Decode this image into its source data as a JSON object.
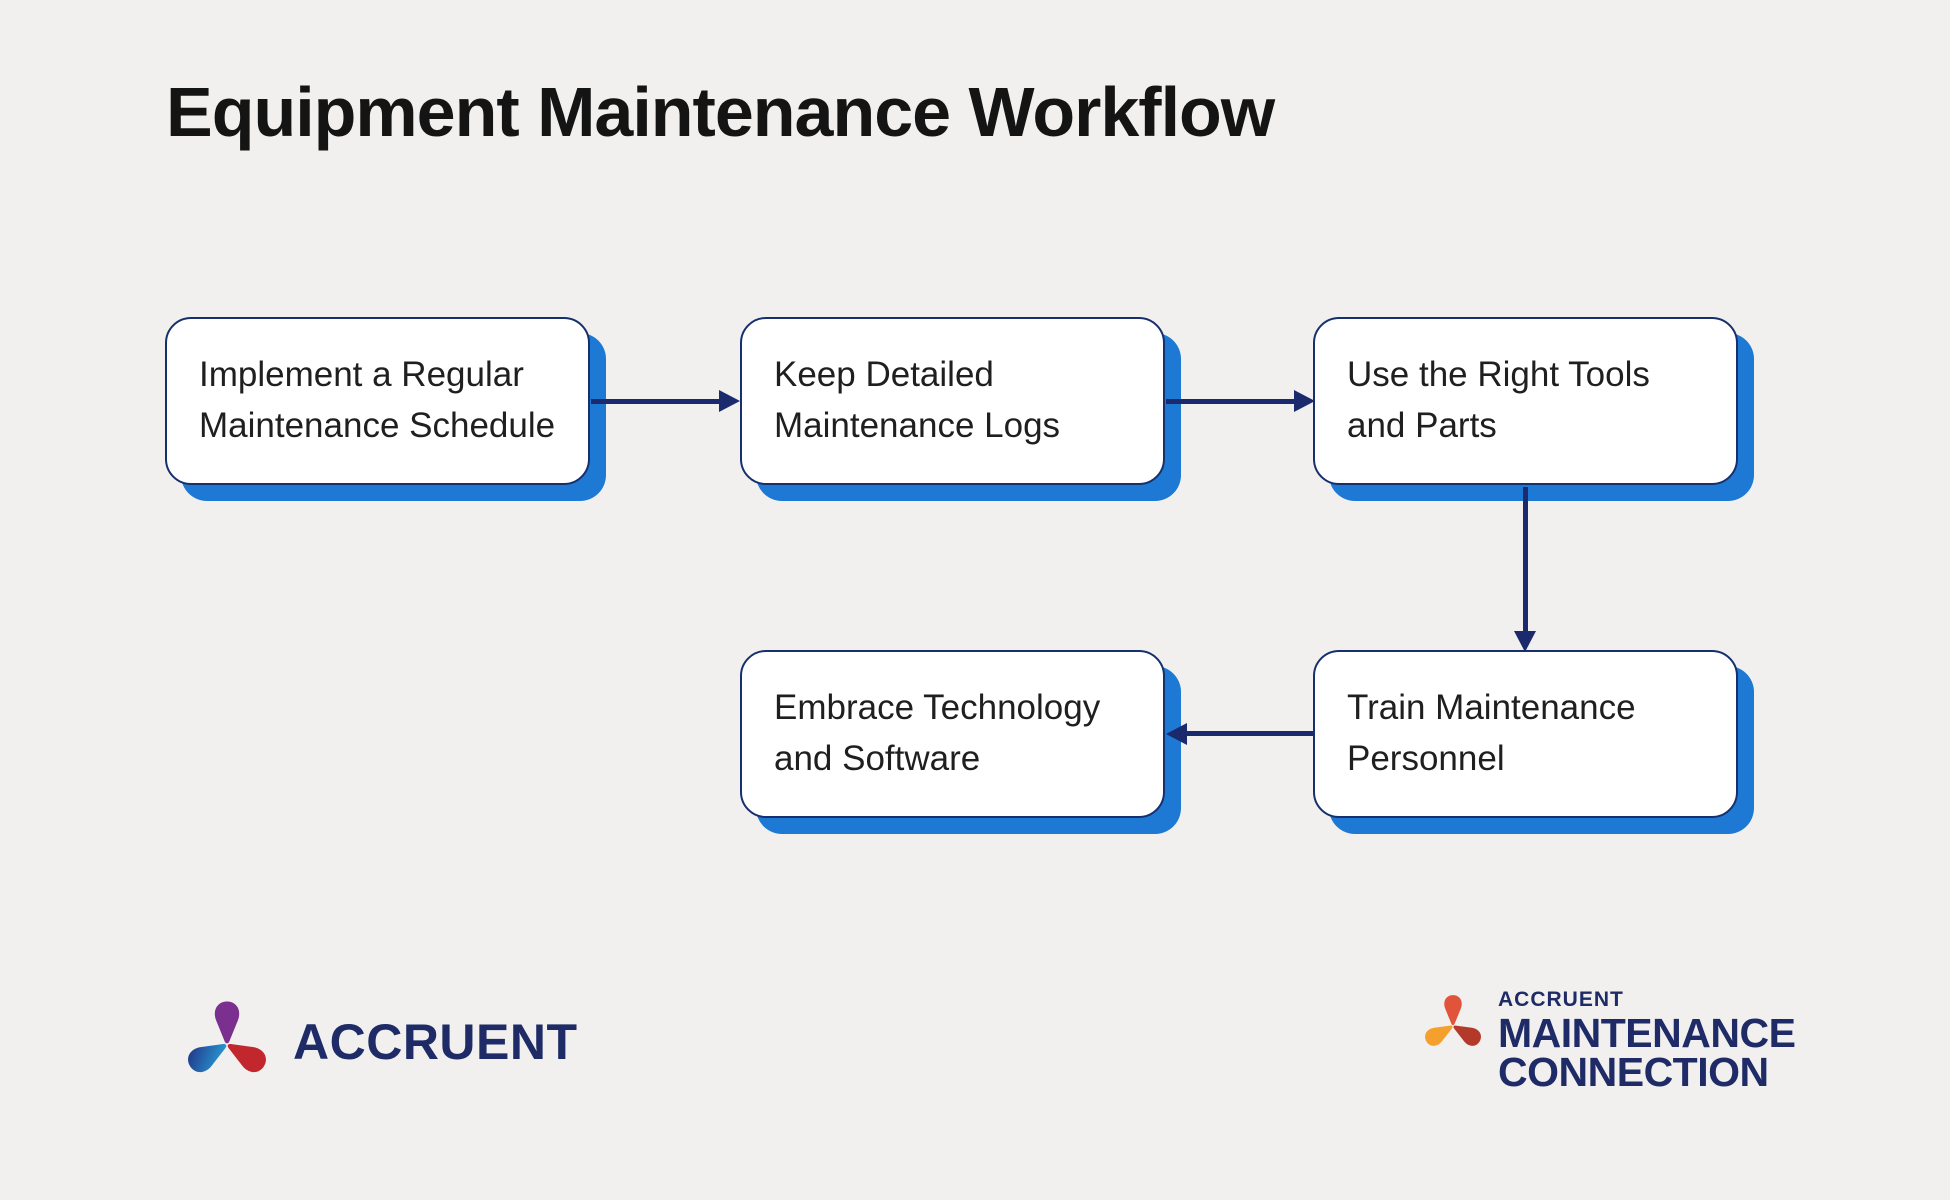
{
  "page": {
    "title": "Equipment Maintenance Workflow",
    "background": "#f1f0ee"
  },
  "flow": {
    "boxes": [
      {
        "id": "step-1",
        "label": "Implement a Regular Maintenance Schedule"
      },
      {
        "id": "step-2",
        "label": "Keep Detailed Maintenance Logs"
      },
      {
        "id": "step-3",
        "label": "Use the Right Tools and Parts"
      },
      {
        "id": "step-4",
        "label": "Train Maintenance Personnel"
      },
      {
        "id": "step-5",
        "label": "Embrace Technology and Software"
      }
    ],
    "arrows": [
      {
        "from": "step-1",
        "to": "step-2",
        "direction": "right"
      },
      {
        "from": "step-2",
        "to": "step-3",
        "direction": "right"
      },
      {
        "from": "step-3",
        "to": "step-4",
        "direction": "down"
      },
      {
        "from": "step-4",
        "to": "step-5",
        "direction": "left"
      }
    ]
  },
  "branding": {
    "accruent": {
      "name": "ACCRUENT"
    },
    "maintenance_connection": {
      "brand": "ACCRUENT",
      "line1": "MAINTENANCE",
      "line2": "CONNECTION"
    }
  },
  "colors": {
    "background": "#f1f0ee",
    "box_fill": "#ffffff",
    "box_border_navy": "#16306e",
    "box_shadow_blue": "#1d79d3",
    "arrow_navy": "#1a2a6c",
    "brand_navy": "#1e2b66",
    "accruent_purple": "#7b2f8e",
    "accruent_red": "#c1272d",
    "accruent_blue": "#2360ab",
    "mc_orange": "#f5a02c",
    "mc_red_orange": "#e2533c",
    "mc_dark_red": "#b33a2b"
  }
}
